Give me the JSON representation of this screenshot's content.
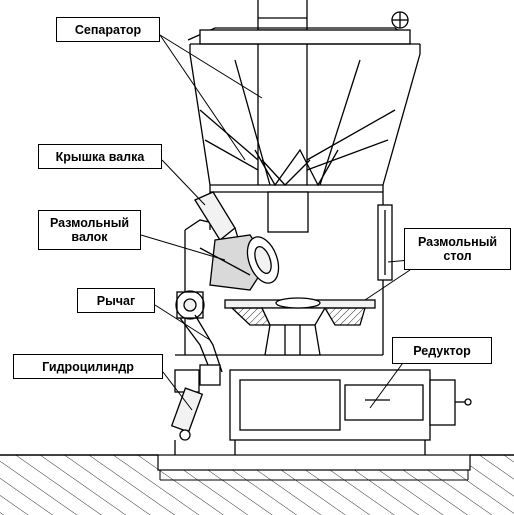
{
  "labels": {
    "separator": "Сепаратор",
    "roller_cover": "Крышка валка",
    "grinding_roller": "Размольный\nвалок",
    "lever": "Рычаг",
    "hydraulic_cylinder": "Гидроцилиндр",
    "grinding_table": "Размольный\nстол",
    "gearbox": "Редуктор"
  },
  "colors": {
    "line": "#000000",
    "background": "#ffffff",
    "fill_light": "#f2f2f2",
    "fill_mid": "#d9d9d9"
  }
}
